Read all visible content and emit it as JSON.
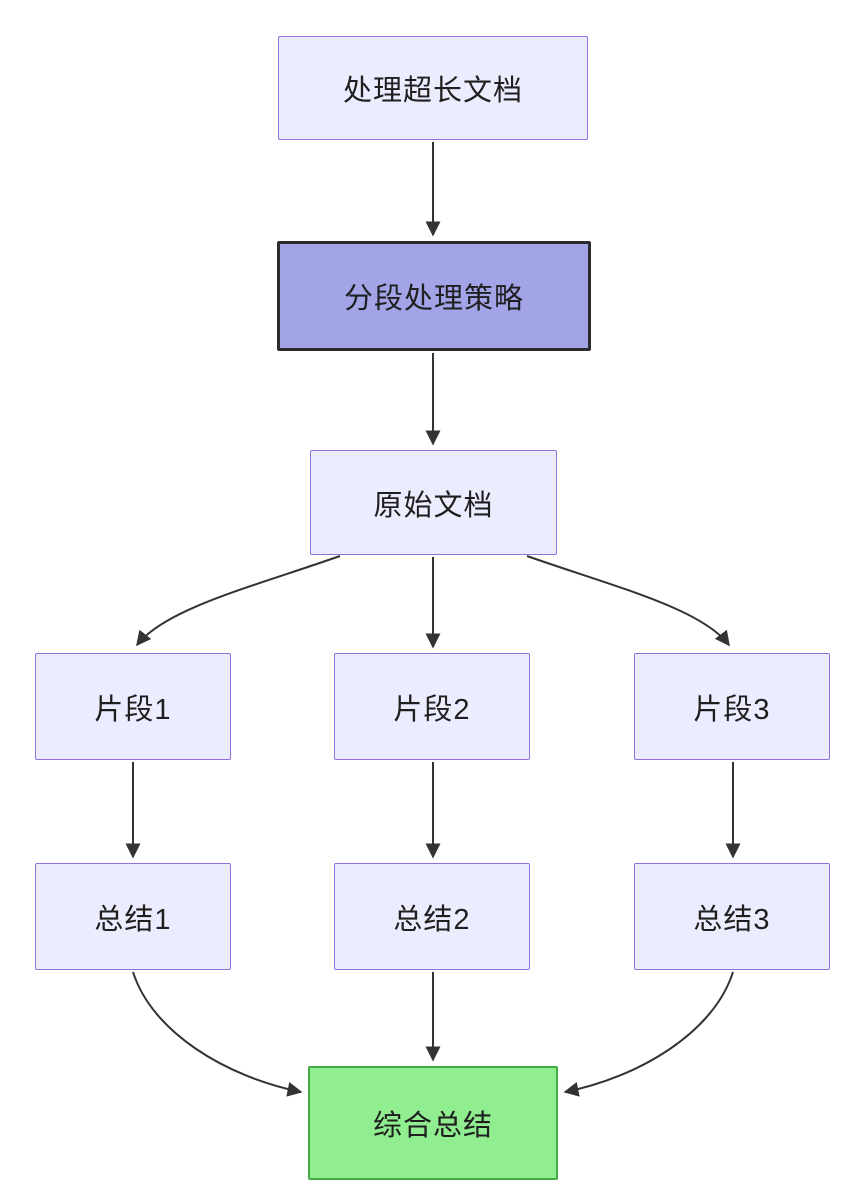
{
  "diagram": {
    "type": "flowchart",
    "direction": "top-down",
    "nodes": [
      {
        "id": "start",
        "label": "处理超长文档",
        "style": "default"
      },
      {
        "id": "strategy",
        "label": "分段处理策略",
        "style": "highlight"
      },
      {
        "id": "original-doc",
        "label": "原始文档",
        "style": "default"
      },
      {
        "id": "fragment-1",
        "label": "片段1",
        "style": "default"
      },
      {
        "id": "fragment-2",
        "label": "片段2",
        "style": "default"
      },
      {
        "id": "fragment-3",
        "label": "片段3",
        "style": "default"
      },
      {
        "id": "summary-1",
        "label": "总结1",
        "style": "default"
      },
      {
        "id": "summary-2",
        "label": "总结2",
        "style": "default"
      },
      {
        "id": "summary-3",
        "label": "总结3",
        "style": "default"
      },
      {
        "id": "final-summary",
        "label": "综合总结",
        "style": "success"
      }
    ],
    "edges": [
      {
        "from": "start",
        "to": "strategy"
      },
      {
        "from": "strategy",
        "to": "original-doc"
      },
      {
        "from": "original-doc",
        "to": "fragment-1"
      },
      {
        "from": "original-doc",
        "to": "fragment-2"
      },
      {
        "from": "original-doc",
        "to": "fragment-3"
      },
      {
        "from": "fragment-1",
        "to": "summary-1"
      },
      {
        "from": "fragment-2",
        "to": "summary-2"
      },
      {
        "from": "fragment-3",
        "to": "summary-3"
      },
      {
        "from": "summary-1",
        "to": "final-summary"
      },
      {
        "from": "summary-2",
        "to": "final-summary"
      },
      {
        "from": "summary-3",
        "to": "final-summary"
      }
    ],
    "colors": {
      "node_fill": "#ECECFF",
      "node_border": "#9370DB",
      "highlight_fill": "#A3A3E8",
      "highlight_border": "#2B2B2B",
      "success_fill": "#90EE90",
      "success_border": "#44AA44",
      "edge": "#333333",
      "text": "#1F1F1F",
      "background": "#FFFFFF"
    }
  }
}
